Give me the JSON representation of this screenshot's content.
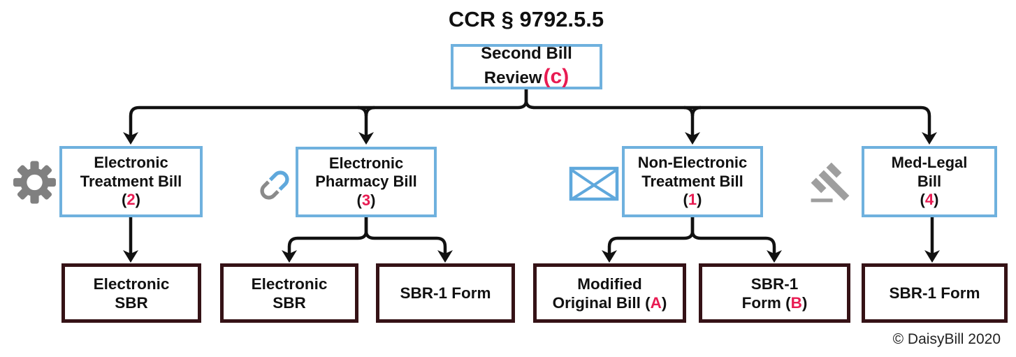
{
  "title": "CCR § 9792.5.5",
  "copyright": "© DaisyBill 2020",
  "colors": {
    "box_border_blue": "#6fb1de",
    "box_border_maroon": "#351216",
    "accent_pink": "#e81b52",
    "connector_black": "#111111",
    "icon_gray": "#8a8a8a",
    "icon_blue": "#5fa8dc"
  },
  "root": {
    "line1": "Second Bill",
    "line2": "Review",
    "ref": "(c)"
  },
  "level2": [
    {
      "line1": "Electronic",
      "line2": "Treatment Bill",
      "open": "(",
      "num": "2",
      "close": ")",
      "icon": "gear-icon"
    },
    {
      "line1": "Electronic",
      "line2": "Pharmacy Bill",
      "open": "(",
      "num": "3",
      "close": ")",
      "icon": "pill-icon"
    },
    {
      "line1": "Non-Electronic",
      "line2": "Treatment Bill",
      "open": "(",
      "num": "1",
      "close": ")",
      "icon": "envelope-icon"
    },
    {
      "line1": "Med-Legal",
      "line2": "Bill",
      "open": "(",
      "num": "4",
      "close": ")",
      "icon": "gavel-icon"
    }
  ],
  "level3": [
    {
      "line1": "Electronic",
      "line2": "SBR"
    },
    {
      "line1": "Electronic",
      "line2": "SBR"
    },
    {
      "line1": "SBR-1 Form"
    },
    {
      "line1": "Modified",
      "line2": "Original Bill ",
      "open": "(",
      "letter": "A",
      "close": ")"
    },
    {
      "line1": "SBR-1",
      "line2": "Form ",
      "open": "(",
      "letter": "B",
      "close": ")"
    },
    {
      "line1": "SBR-1 Form"
    }
  ]
}
